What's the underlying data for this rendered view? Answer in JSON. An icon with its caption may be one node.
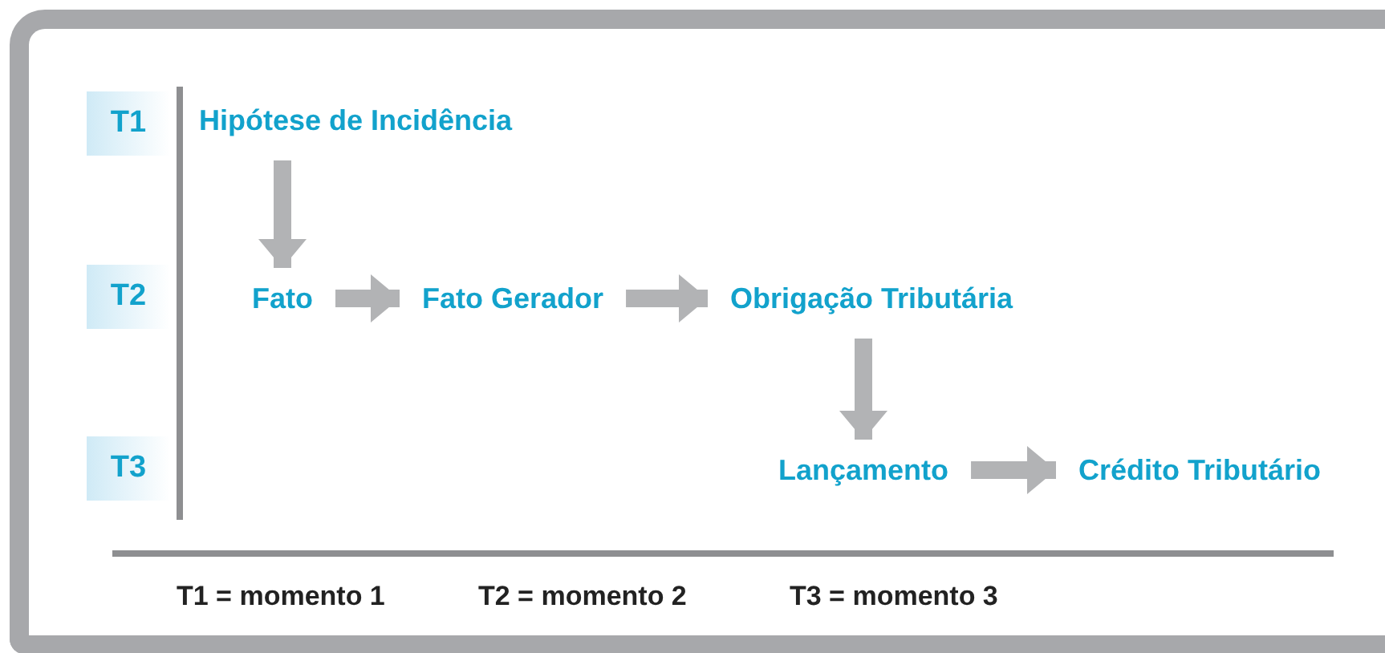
{
  "diagram": {
    "nodes": [
      {
        "text": [
          "T1"
        ]
      },
      {
        "text": [
          "T2"
        ]
      },
      {
        "text": [
          "T3"
        ]
      },
      {
        "text": [
          "Hipótese de Incidência"
        ]
      },
      {
        "text": [
          "Fato"
        ]
      },
      {
        "text": [
          "Fato Gerador"
        ]
      },
      {
        "text": [
          "Obrigação Tributária"
        ]
      },
      {
        "text": [
          "Lançamento"
        ]
      },
      {
        "text": [
          "Crédito Tributário"
        ]
      }
    ],
    "edges": [
      {
        "from": 3,
        "to": 4,
        "arrow": "to"
      },
      {
        "from": 4,
        "to": 5,
        "arrow": "to"
      },
      {
        "from": 5,
        "to": 6,
        "arrow": "to"
      },
      {
        "from": 6,
        "to": 7,
        "arrow": "to"
      },
      {
        "from": 7,
        "to": 8,
        "arrow": "to"
      }
    ],
    "labels": [
      "T1 = momento 1",
      "T2 = momento 2",
      "T3 = momento 3"
    ]
  }
}
